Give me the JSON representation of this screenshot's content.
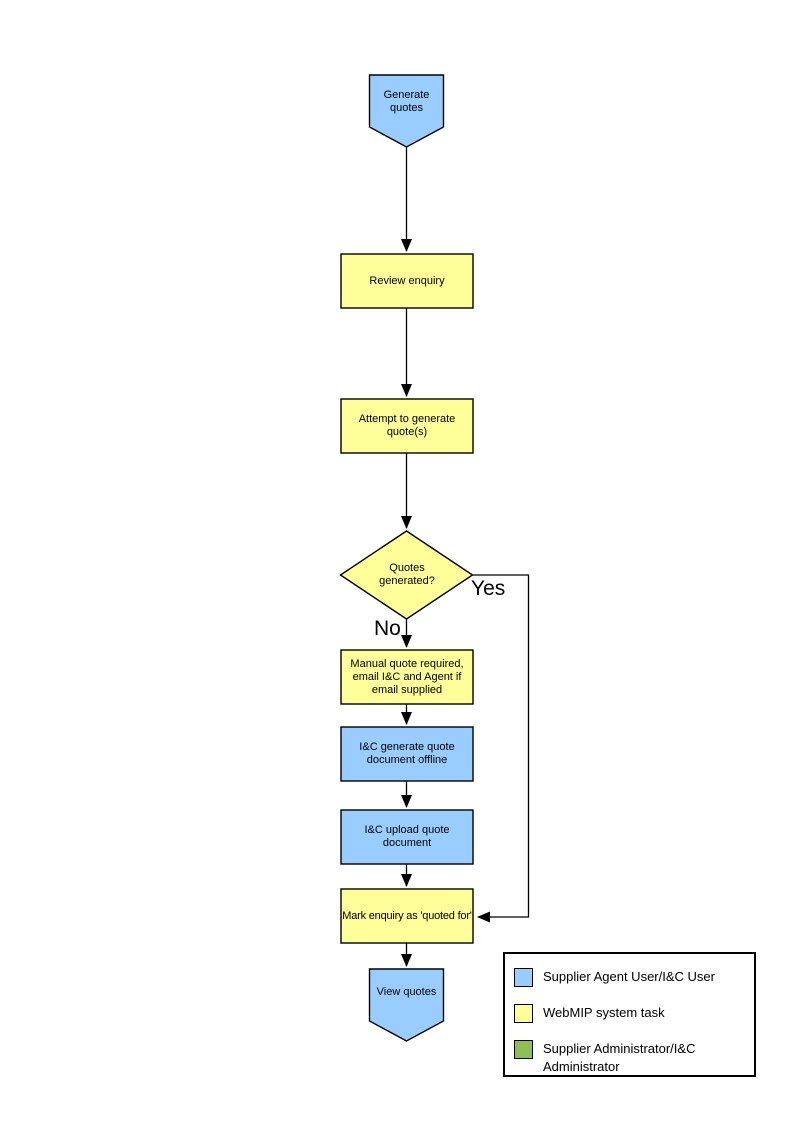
{
  "colors": {
    "participant_blue": "#99CCFF",
    "system_yellow": "#FFFF99",
    "admin_green": "#8FBE55",
    "line": "#000000"
  },
  "diagram": {
    "nodes": [
      {
        "id": "generate-quotes",
        "shape": "pentagon-down",
        "role": "start",
        "fill": "participant_blue",
        "label": "Generate quotes"
      },
      {
        "id": "review-enquiry",
        "shape": "rect",
        "role": "task",
        "fill": "system_yellow",
        "label": "Review enquiry"
      },
      {
        "id": "attempt-generate-quotes",
        "shape": "rect",
        "role": "task",
        "fill": "system_yellow",
        "label": "Attempt to generate quote(s)"
      },
      {
        "id": "quotes-generated",
        "shape": "diamond",
        "role": "decision",
        "fill": "system_yellow",
        "label": "Quotes generated?"
      },
      {
        "id": "manual-quote-required",
        "shape": "rect",
        "role": "task",
        "fill": "system_yellow",
        "label": "Manual quote required, email I&C and Agent if email supplied"
      },
      {
        "id": "ic-generate-quote-offline",
        "shape": "rect",
        "role": "task",
        "fill": "participant_blue",
        "label": "I&C generate quote document offline"
      },
      {
        "id": "ic-upload-quote-document",
        "shape": "rect",
        "role": "task",
        "fill": "participant_blue",
        "label": "I&C upload quote document"
      },
      {
        "id": "mark-enquiry-quoted",
        "shape": "rect",
        "role": "task",
        "fill": "system_yellow",
        "label": "Mark enquiry as 'quoted for'"
      },
      {
        "id": "view-quotes",
        "shape": "pentagon-down",
        "role": "end",
        "fill": "participant_blue",
        "label": "View quotes"
      }
    ],
    "edges": [
      {
        "from": "generate-quotes",
        "to": "review-enquiry",
        "label": ""
      },
      {
        "from": "review-enquiry",
        "to": "attempt-generate-quotes",
        "label": ""
      },
      {
        "from": "attempt-generate-quotes",
        "to": "quotes-generated",
        "label": ""
      },
      {
        "from": "quotes-generated",
        "to": "manual-quote-required",
        "label": "No"
      },
      {
        "from": "quotes-generated",
        "to": "mark-enquiry-quoted",
        "label": "Yes"
      },
      {
        "from": "manual-quote-required",
        "to": "ic-generate-quote-offline",
        "label": ""
      },
      {
        "from": "ic-generate-quote-offline",
        "to": "ic-upload-quote-document",
        "label": ""
      },
      {
        "from": "ic-upload-quote-document",
        "to": "mark-enquiry-quoted",
        "label": ""
      },
      {
        "from": "mark-enquiry-quoted",
        "to": "view-quotes",
        "label": ""
      }
    ]
  },
  "legend": {
    "items": [
      {
        "swatch": "participant_blue",
        "label": "Supplier Agent User/I&C User"
      },
      {
        "swatch": "system_yellow",
        "label": "WebMIP system task"
      },
      {
        "swatch": "admin_green",
        "label": "Supplier Administrator/I&C Administrator"
      }
    ]
  }
}
